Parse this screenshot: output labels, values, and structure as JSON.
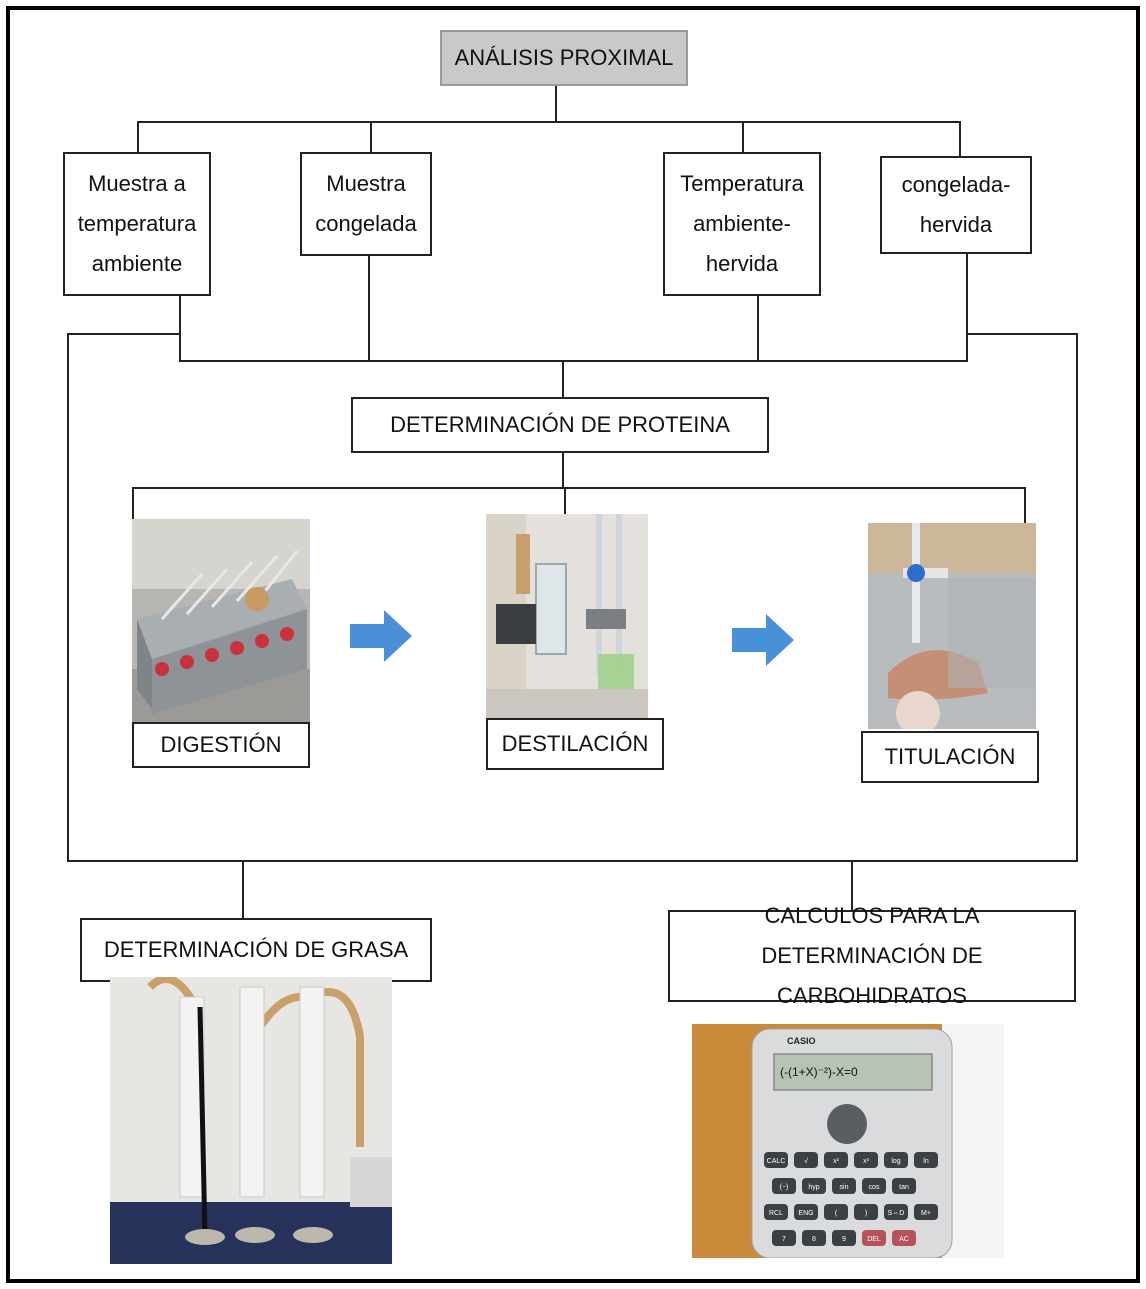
{
  "title": "ANÁLISIS PROXIMAL",
  "samples": [
    {
      "label": "Muestra  a\ntemperatura\nambiente"
    },
    {
      "label": "Muestra\ncongelada"
    },
    {
      "label": "Temperatura\nambiente-\nhervida"
    },
    {
      "label": "congelada-\nhervida"
    }
  ],
  "protein": {
    "label": "DETERMINACIÓN DE PROTEINA",
    "steps": [
      {
        "label": "DIGESTIÓN",
        "photo": "digestion-apparatus"
      },
      {
        "label": "DESTILACIÓN",
        "photo": "distillation-apparatus"
      },
      {
        "label": "TITULACIÓN",
        "photo": "titration-burette"
      }
    ]
  },
  "fat": {
    "label": "DETERMINACIÓN DE GRASA",
    "photo": "soxhlet-extractors"
  },
  "carbs": {
    "label": "CALCULOS PARA LA DETERMINACIÓN DE\nCARBOHIDRATOS",
    "photo": "casio-calculator",
    "calculator": {
      "brand": "CASIO",
      "display": "(-(1+X)⁻²)-X=0",
      "keys": [
        "CALC",
        "√",
        "x²",
        "x³",
        "log",
        "ln",
        "(−)",
        "hyp",
        "sin",
        "cos",
        "tan",
        "RCL",
        "ENG",
        "(",
        ")",
        "S⇔D",
        "M+",
        "7",
        "8",
        "9",
        "DEL",
        "AC"
      ]
    }
  },
  "colors": {
    "arrow": "#4a90d9",
    "title_bg": "#c9c9c9",
    "line": "#222222"
  }
}
